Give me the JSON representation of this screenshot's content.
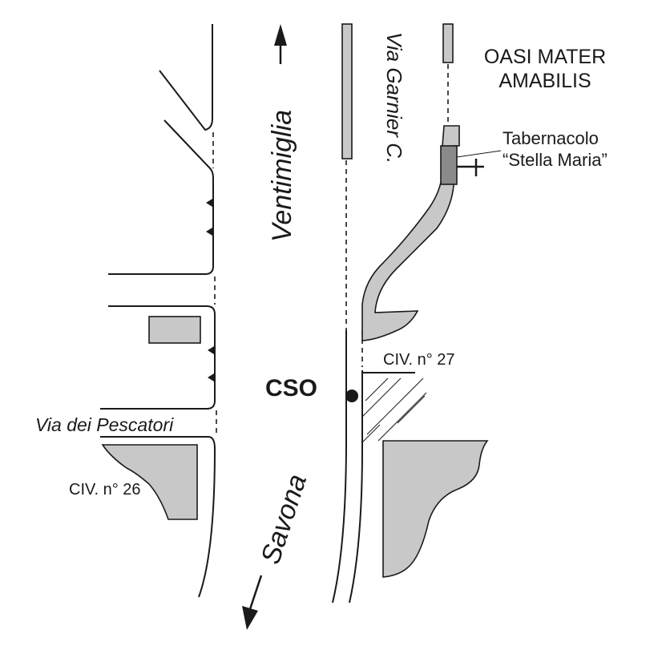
{
  "map": {
    "labels": {
      "oasi_line1": "OASI MATER",
      "oasi_line2": "AMABILIS",
      "tabernacolo_line1": "Tabernacolo",
      "tabernacolo_line2": "“Stella Maria”",
      "via_garnier": "Via Garnier C.",
      "ventimiglia": "Ventimiglia",
      "savona": "Savona",
      "cso": "CSO",
      "civ_27": "CIV. n° 27",
      "civ_26": "CIV. n° 26",
      "via_pescatori": "Via dei Pescatori"
    },
    "colors": {
      "building_fill": "#c8c8c8",
      "line": "#1a1a1a",
      "background": "#ffffff"
    },
    "icons": {
      "cross": "cross-icon",
      "cso_marker": "location-dot-icon",
      "arrow_up": "arrow-up-icon",
      "arrow_down": "arrow-down-icon"
    }
  }
}
